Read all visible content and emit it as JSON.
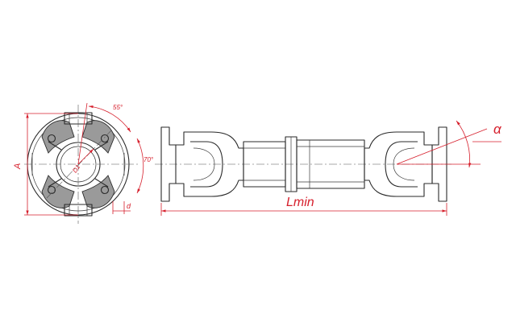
{
  "labels": {
    "dim_a": "A",
    "dim_d1": "D1",
    "angle_55": "55°",
    "angle_70": "70°",
    "dim_d": "d",
    "length": "Lmin",
    "alpha": "α"
  },
  "colors": {
    "dimension": "#d61f2c",
    "outline": "#2a2a2a",
    "fill": "#9a9a9a"
  }
}
